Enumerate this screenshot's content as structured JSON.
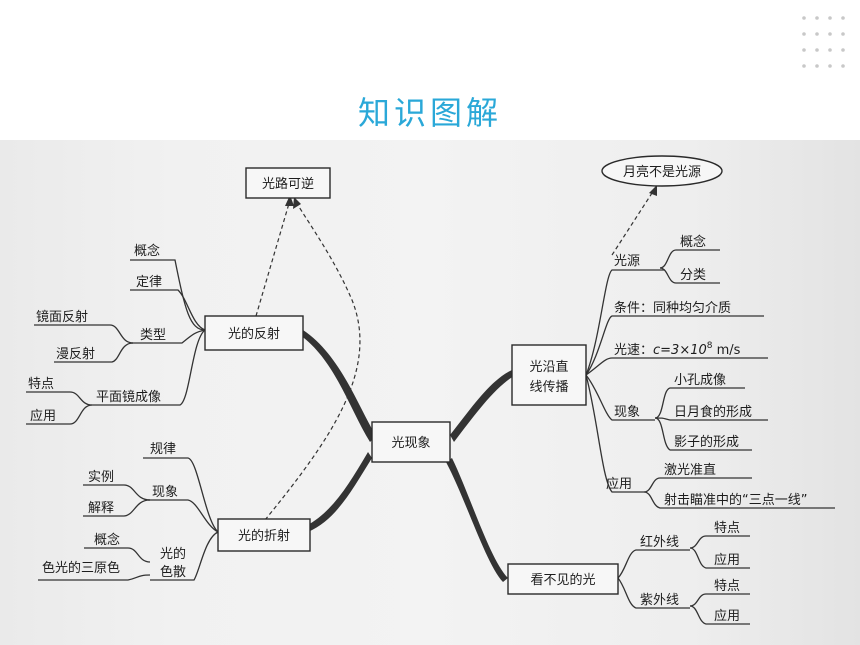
{
  "header": {
    "title": "知识图解"
  },
  "mindmap": {
    "center": "光现象",
    "reflection": {
      "label": "光的反射",
      "reversible": "光路可逆",
      "concept": "概念",
      "law": "定律",
      "type": "类型",
      "mirror": "镜面反射",
      "diffuse": "漫反射",
      "plane_mirror": "平面镜成像",
      "features": "特点",
      "application": "应用"
    },
    "refraction": {
      "label": "光的折射",
      "rule": "规律",
      "phenomenon": "现象",
      "example": "实例",
      "explain": "解释",
      "dispersion_l1": "光的",
      "dispersion_l2": "色散",
      "concept": "概念",
      "primary_colors": "色光的三原色"
    },
    "straight": {
      "label_l1": "光沿直",
      "label_l2": "线传播",
      "moon": "月亮不是光源",
      "source": "光源",
      "concept": "概念",
      "classify": "分类",
      "condition": "条件：同种均匀介质",
      "speed_prefix": "光速：",
      "speed_formula": "c=3×10",
      "speed_exp": "8",
      "speed_unit": " m/s",
      "phenomenon": "现象",
      "pinhole": "小孔成像",
      "eclipse": "日月食的形成",
      "shadow": "影子的形成",
      "application": "应用",
      "laser": "激光准直",
      "aim": "射击瞄准中的“三点一线”"
    },
    "invisible": {
      "label": "看不见的光",
      "infrared": "红外线",
      "ir_features": "特点",
      "ir_application": "应用",
      "ultraviolet": "紫外线",
      "uv_features": "特点",
      "uv_application": "应用"
    }
  }
}
